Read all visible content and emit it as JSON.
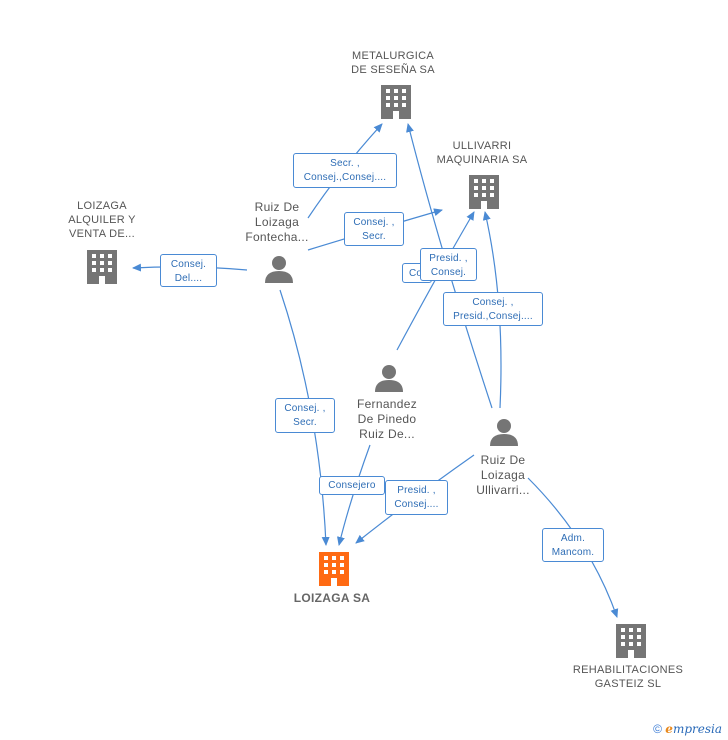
{
  "colors": {
    "edge": "#4a8ad4",
    "company": "#757575",
    "main_company": "#ff6a13",
    "person": "#757575"
  },
  "nodes": {
    "metalurgica": {
      "label": "METALURGICA\nDE SESEÑA SA",
      "icon": "building-icon"
    },
    "ullivarri_maq": {
      "label": "ULLIVARRI\nMAQUINARIA SA",
      "icon": "building-icon"
    },
    "loizaga_alquiler": {
      "label": "LOIZAGA\nALQUILER Y\nVENTA DE...",
      "icon": "building-icon"
    },
    "ruiz_fontecha": {
      "label": "Ruiz De\nLoizaga\nFontecha...",
      "icon": "person-icon"
    },
    "fernandez": {
      "label": "Fernandez\nDe Pinedo\nRuiz De...",
      "icon": "person-icon"
    },
    "ruiz_ullivarri": {
      "label": "Ruiz De\nLoizaga\nUllivarri...",
      "icon": "person-icon"
    },
    "loizaga_sa": {
      "label": "LOIZAGA SA",
      "icon": "building-icon"
    },
    "rehabilitaciones": {
      "label": "REHABILITACIONES\nGASTEIZ  SL",
      "icon": "building-icon"
    }
  },
  "edges": {
    "e1": "Secr. ,\nConsej.,Consej....",
    "e2": "Consej. ,\nSecr.",
    "e3": "Consej.\nDel....",
    "e4": "Co",
    "e5": "Presid. ,\nConsej.",
    "e6": "Consej. ,\nPresid.,Consej....",
    "e7": "Consej. ,\nSecr.",
    "e8": "Consejero",
    "e9": "Presid. ,\nConsej....",
    "e10": "Adm.\nMancom."
  },
  "footer": {
    "copyright": "©",
    "brand_e": "e",
    "brand_rest": "mpresia"
  }
}
